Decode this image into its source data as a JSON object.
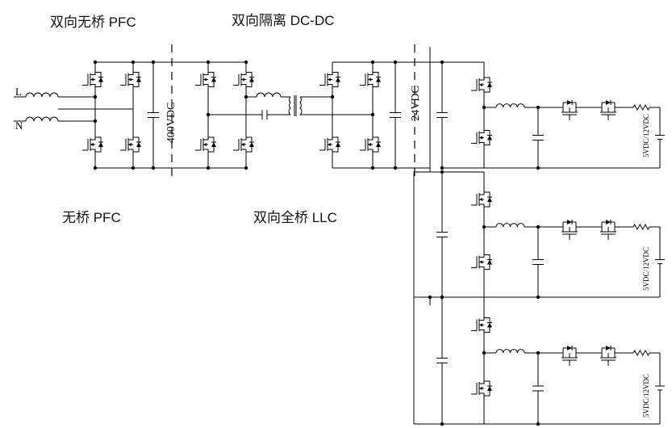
{
  "labels": {
    "bidirectional_bridgeless_pfc": "双向无桥 PFC",
    "bidirectional_isolated_dcdc": "双向隔离 DC-DC",
    "bridgeless_pfc": "无桥 PFC",
    "bidirectional_full_bridge_llc": "双向全桥 LLC"
  },
  "bus_labels": {
    "high_voltage": "400VDC",
    "low_voltage": "24VDC"
  },
  "input_labels": {
    "line": "L",
    "neutral": "N"
  },
  "output_label": "5VDC/12VDC"
}
